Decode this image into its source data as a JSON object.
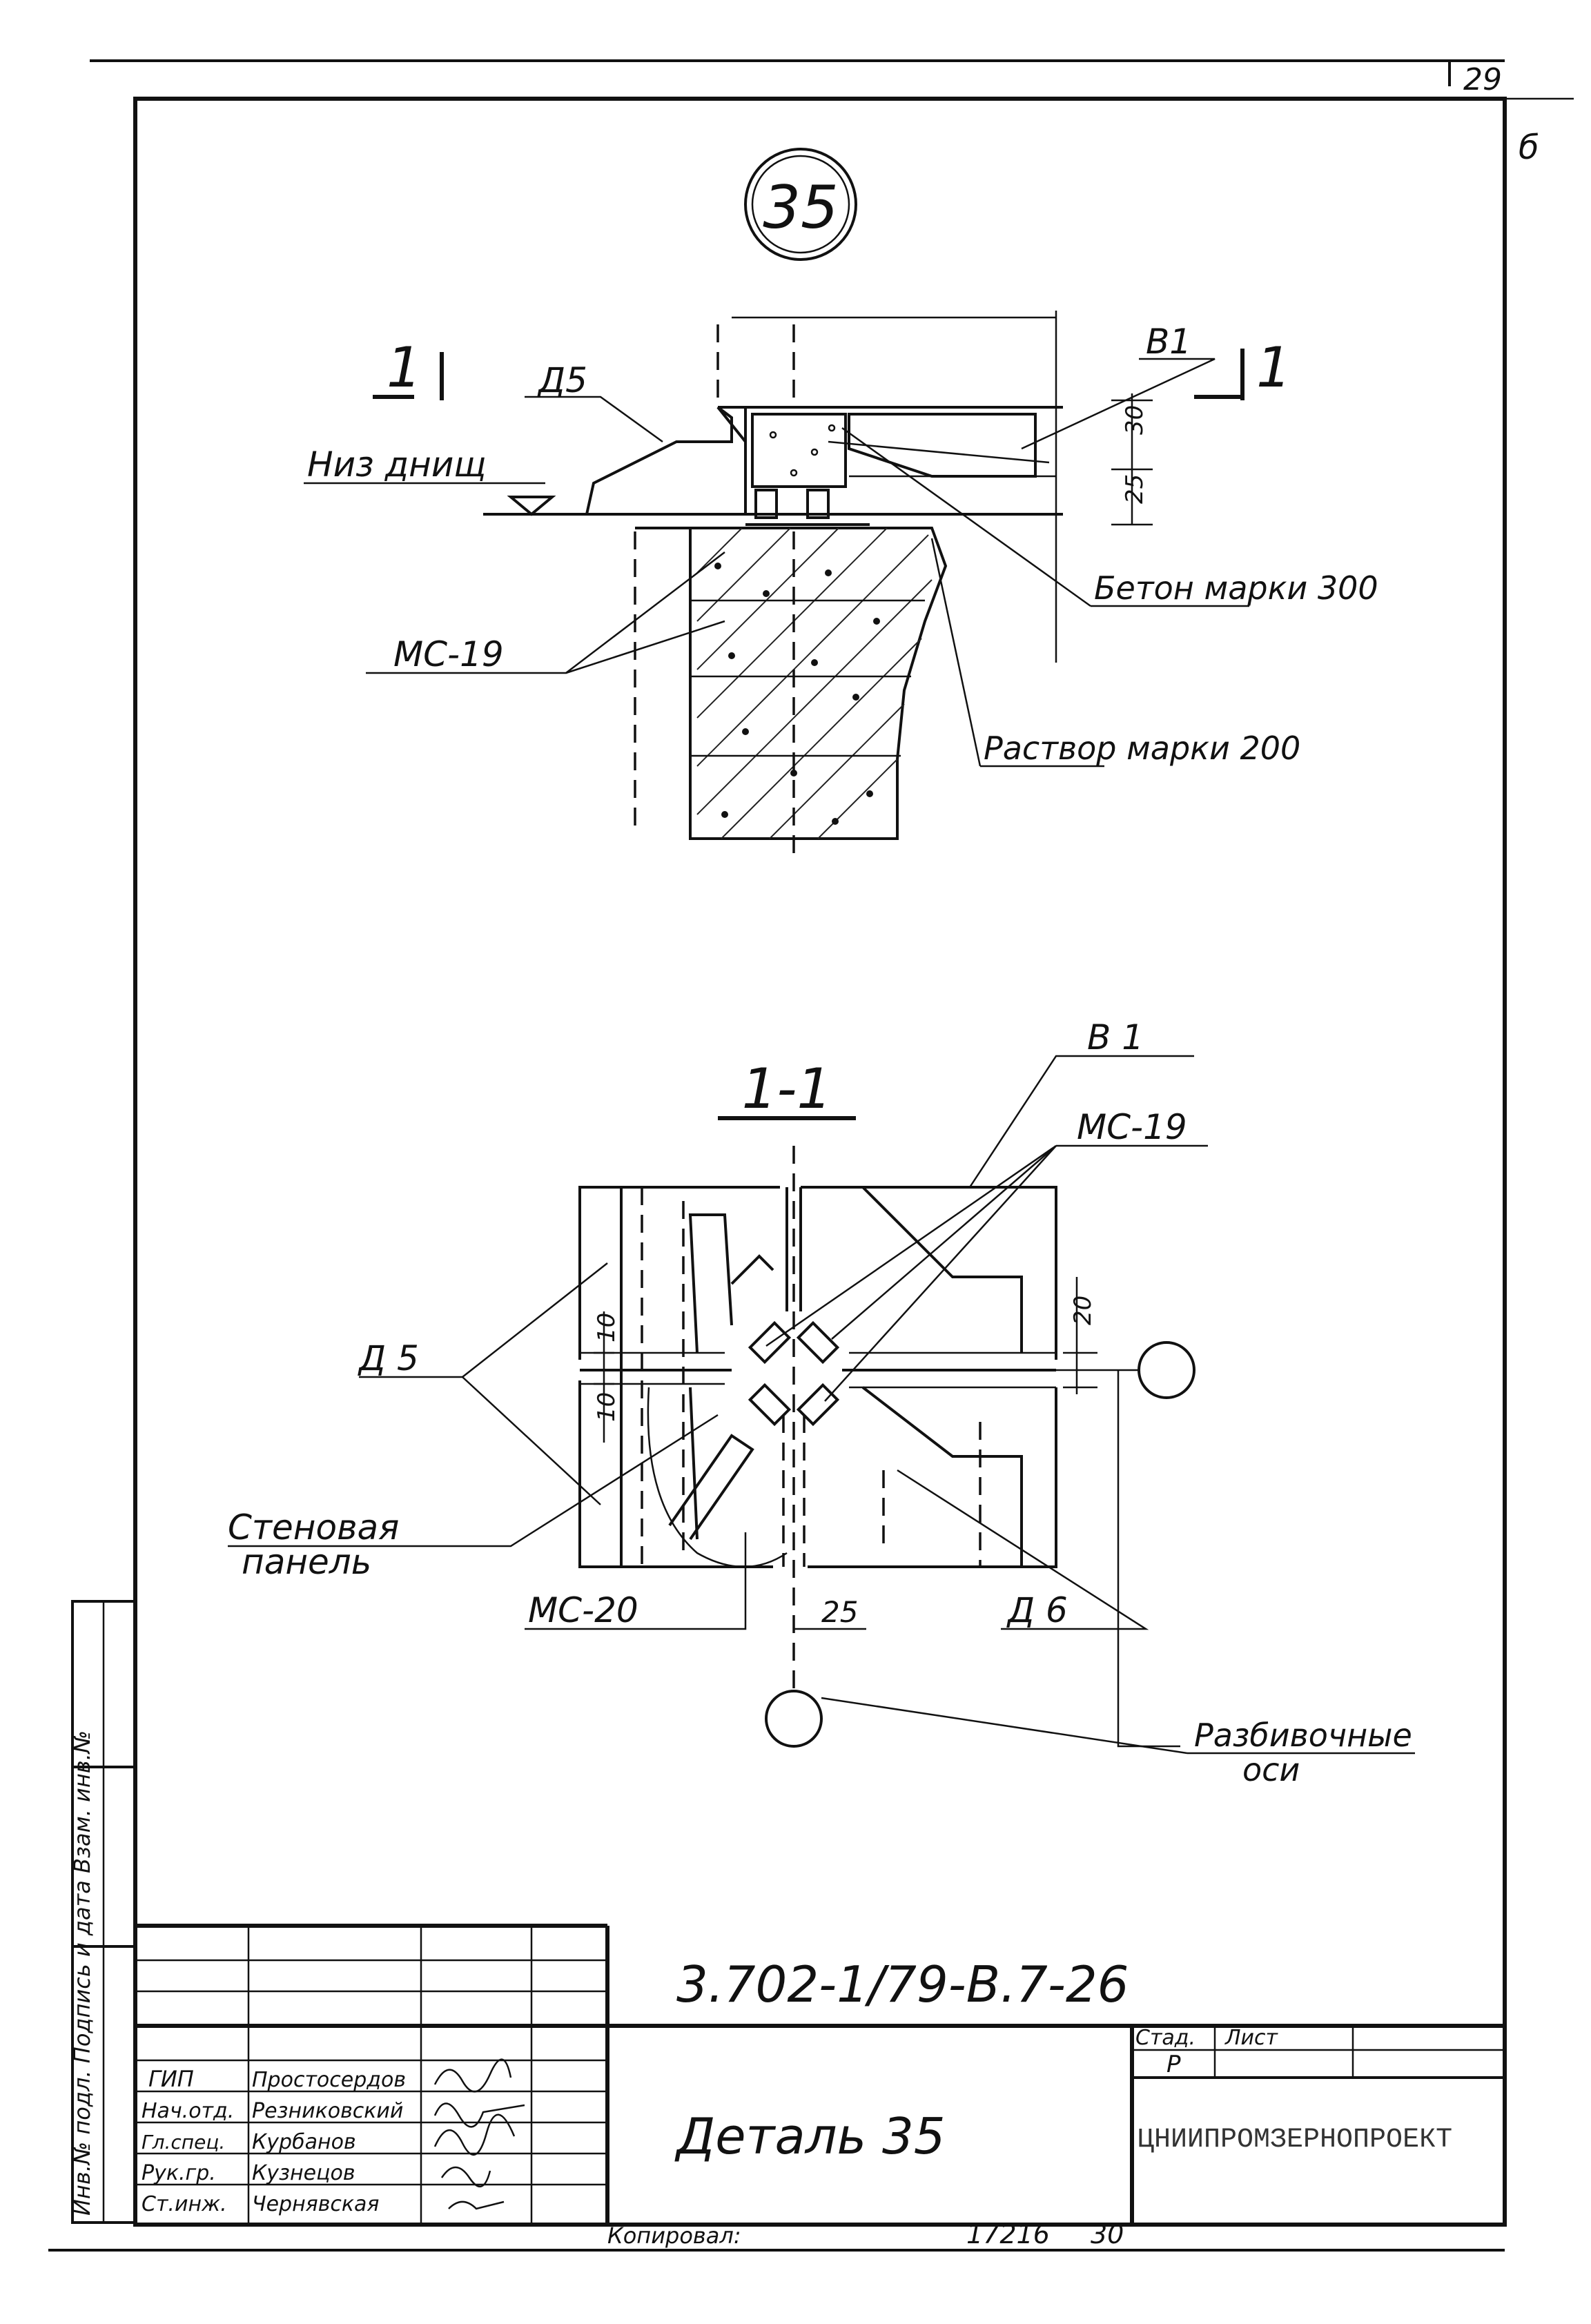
{
  "sheet": {
    "page_number": "29",
    "corner_mark": "б"
  },
  "detail_mark": "35",
  "elevation": {
    "section_mark_left": "1",
    "section_mark_right": "1",
    "labels": {
      "d5": "Д5",
      "v1": "В1",
      "bottom_note": "Низ днищ",
      "ms19": "МС-19",
      "concrete": "Бетон марки 300",
      "mortar": "Раствор марки 200"
    },
    "dims": [
      "30",
      "25"
    ]
  },
  "section": {
    "title": "1-1",
    "labels": {
      "v1": "В 1",
      "ms19": "МС-19",
      "d5": "Д 5",
      "wall_panel_1": "Стеновая",
      "wall_panel_2": "панель",
      "ms20": "МС-20",
      "d6": "Д 6",
      "axes_1": "Разбивочные",
      "axes_2": "оси"
    },
    "dims": [
      "10",
      "10",
      "20",
      "25"
    ]
  },
  "side_stamp": "Инв.№ подл. Подпись и дата Взам. инв.№",
  "title_block": {
    "code": "3.702-1/79-В.7-26",
    "title": "Деталь 35",
    "stage_label": "Стад.",
    "sheet_label": "Лист",
    "stage_value": "Р",
    "org": "ЦНИИПРОМЗЕРНОПРОЕКТ",
    "staff": [
      {
        "role": "ГИП",
        "name": "Простосердов"
      },
      {
        "role": "Нач.отд.",
        "name": "Резниковский"
      },
      {
        "role": "Гл.спец.",
        "name": "Курбанов"
      },
      {
        "role": "Рук.гр.",
        "name": "Кузнецов"
      },
      {
        "role": "Ст.инж.",
        "name": "Чернявская"
      }
    ]
  },
  "footer": {
    "copied": "Копировал:",
    "order": "17216",
    "sheet_no": "30"
  }
}
